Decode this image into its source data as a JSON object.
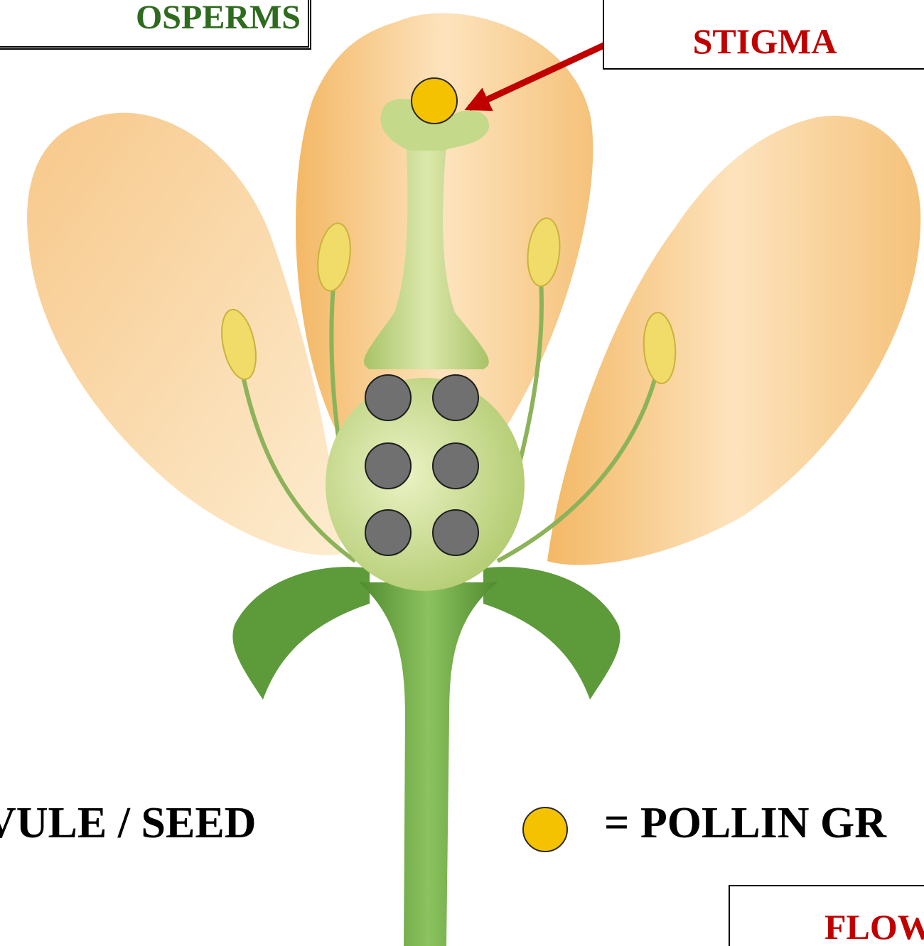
{
  "title": "OSPERMS",
  "labels": {
    "stigma": "STIGMA",
    "flower": "FLOW"
  },
  "legend": {
    "ovule": "VULE / SEED",
    "pollen": "= POLLIN GR"
  },
  "colors": {
    "petal": "#f6c98a",
    "petal_light": "#fde6c2",
    "pistil": "#b7cf7a",
    "ovary": "#cddd8f",
    "sepal": "#5d9a3a",
    "stem": "#6aa845",
    "anther": "#f1dc6a",
    "ovule": "#707070",
    "pollen": "#f5c200",
    "arrow": "#c00000",
    "title_text": "#2e6b1e",
    "label_text": "#c00000"
  },
  "ovule_count": 6
}
